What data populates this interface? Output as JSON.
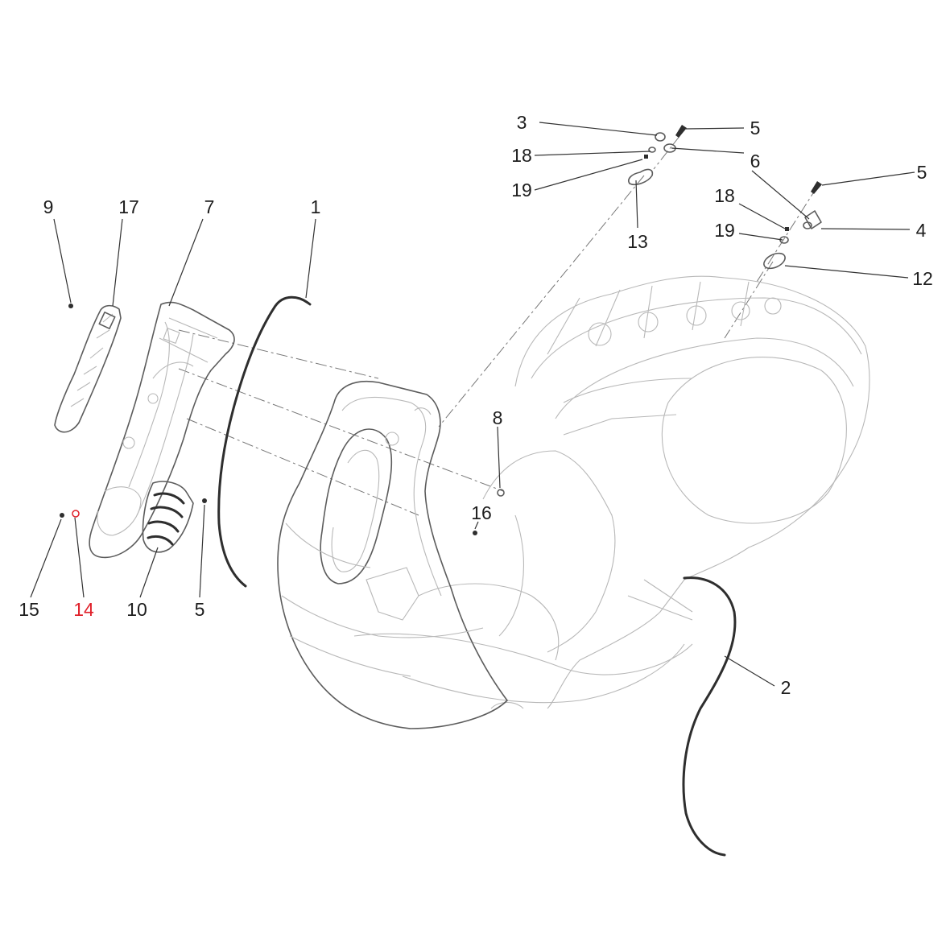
{
  "callouts": [
    {
      "id": "c9",
      "label": "9"
    },
    {
      "id": "c17",
      "label": "17"
    },
    {
      "id": "c7",
      "label": "7"
    },
    {
      "id": "c1",
      "label": "1"
    },
    {
      "id": "c15",
      "label": "15"
    },
    {
      "id": "c14",
      "label": "14",
      "highlighted": true
    },
    {
      "id": "c10",
      "label": "10"
    },
    {
      "id": "c5a",
      "label": "5"
    },
    {
      "id": "c8",
      "label": "8"
    },
    {
      "id": "c16",
      "label": "16"
    },
    {
      "id": "c3",
      "label": "3"
    },
    {
      "id": "c18a",
      "label": "18"
    },
    {
      "id": "c19a",
      "label": "19"
    },
    {
      "id": "c13",
      "label": "13"
    },
    {
      "id": "c5b",
      "label": "5"
    },
    {
      "id": "c6",
      "label": "6"
    },
    {
      "id": "c5c",
      "label": "5"
    },
    {
      "id": "c18b",
      "label": "18"
    },
    {
      "id": "c19b",
      "label": "19"
    },
    {
      "id": "c4",
      "label": "4"
    },
    {
      "id": "c12",
      "label": "12"
    },
    {
      "id": "c2",
      "label": "2"
    }
  ],
  "colors": {
    "line": "#5c5c5c",
    "text": "#1d1d1d",
    "highlight": "#e0202a",
    "background": "#ffffff"
  }
}
